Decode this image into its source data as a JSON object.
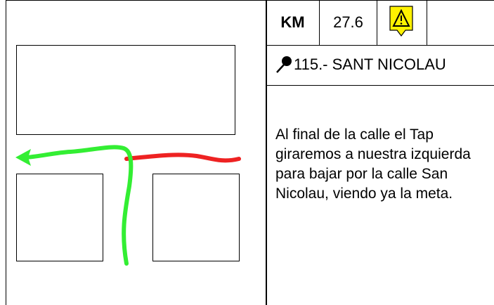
{
  "header": {
    "km_label": "KM",
    "km_value": "27.6",
    "warning_icon": "warning-triangle-icon",
    "warning_color": "#FFF200"
  },
  "waypoint": {
    "icon": "pin-icon",
    "label": "115.- SANT NICOLAU"
  },
  "description": "Al final de la calle el Tap giraremos a nuestra izquierda para bajar por la calle San Nicolau, viendo ya la meta.",
  "route_colors": {
    "route": "#33EE33",
    "avoid": "#EE2222"
  }
}
